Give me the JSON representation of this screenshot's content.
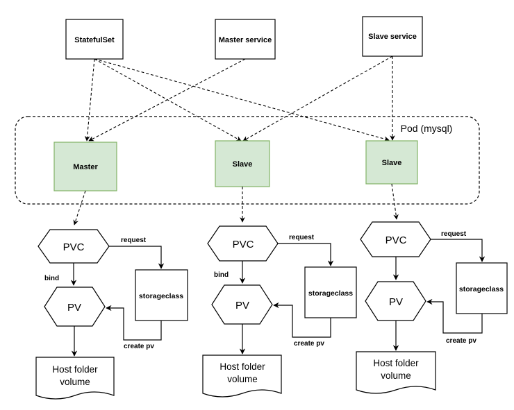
{
  "top": {
    "statefulset": "StatefulSet",
    "master_service": "Master service",
    "slave_service": "Slave service"
  },
  "pod_group_label": "Pod (mysql)",
  "pods": [
    {
      "label": "Master"
    },
    {
      "label": "Slave"
    },
    {
      "label": "Slave"
    }
  ],
  "columns": [
    {
      "pvc": "PVC",
      "pv": "PV",
      "request": "request",
      "bind": "bind",
      "storageclass": "storageclass",
      "create_pv": "create pv",
      "host_line1": "Host folder",
      "host_line2": "volume"
    },
    {
      "pvc": "PVC",
      "pv": "PV",
      "request": "request",
      "bind": "bind",
      "storageclass": "storageclass",
      "create_pv": "create pv",
      "host_line1": "Host folder",
      "host_line2": "volume"
    },
    {
      "pvc": "PVC",
      "pv": "PV",
      "request": "request",
      "bind": "",
      "storageclass": "storageclass",
      "create_pv": "create pv",
      "host_line1": "Host folder",
      "host_line2": "volume"
    }
  ],
  "colors": {
    "pod_fill": "#d5e8d4",
    "pod_stroke": "#82b366",
    "line": "#000000"
  }
}
